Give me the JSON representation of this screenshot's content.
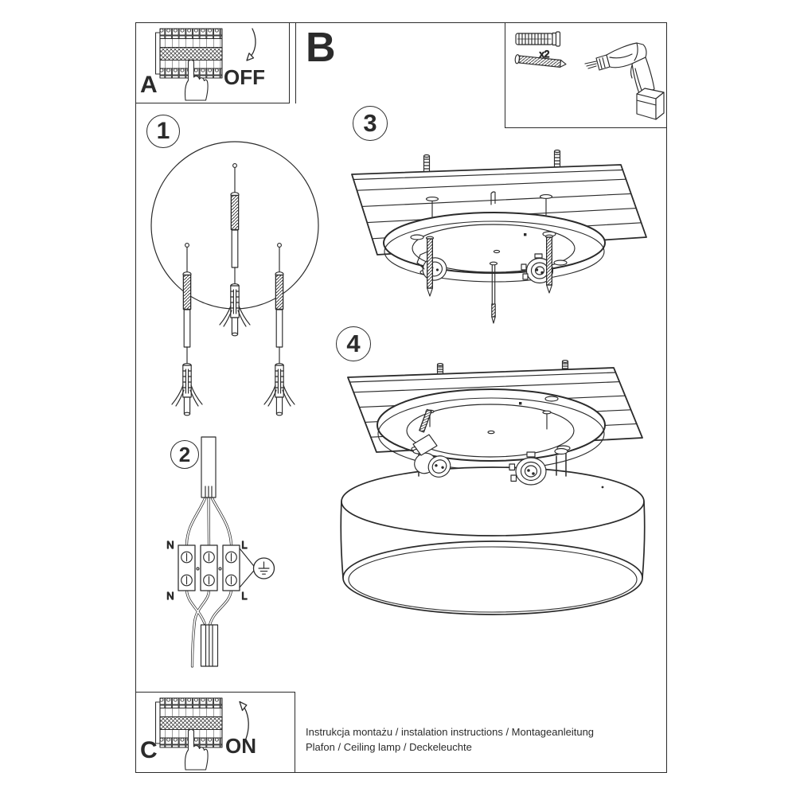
{
  "colors": {
    "ink": "#2b2b2b",
    "paper": "#ffffff"
  },
  "panels": {
    "a": {
      "label": "A",
      "state": "OFF"
    },
    "b": {
      "label": "B"
    },
    "c": {
      "label": "C",
      "state": "ON"
    },
    "tools": {
      "plug_count": "x2"
    }
  },
  "steps": [
    {
      "number": "1"
    },
    {
      "number": "2"
    },
    {
      "number": "3"
    },
    {
      "number": "4"
    }
  ],
  "wiring": {
    "n_top": "N",
    "l_top": "L",
    "n_bottom": "N",
    "l_bottom": "L"
  },
  "footer": {
    "line1": "Instrukcja montażu / instalation instructions / Montageanleitung",
    "line2": "Plafon / Ceiling lamp / Deckeleuchte"
  }
}
